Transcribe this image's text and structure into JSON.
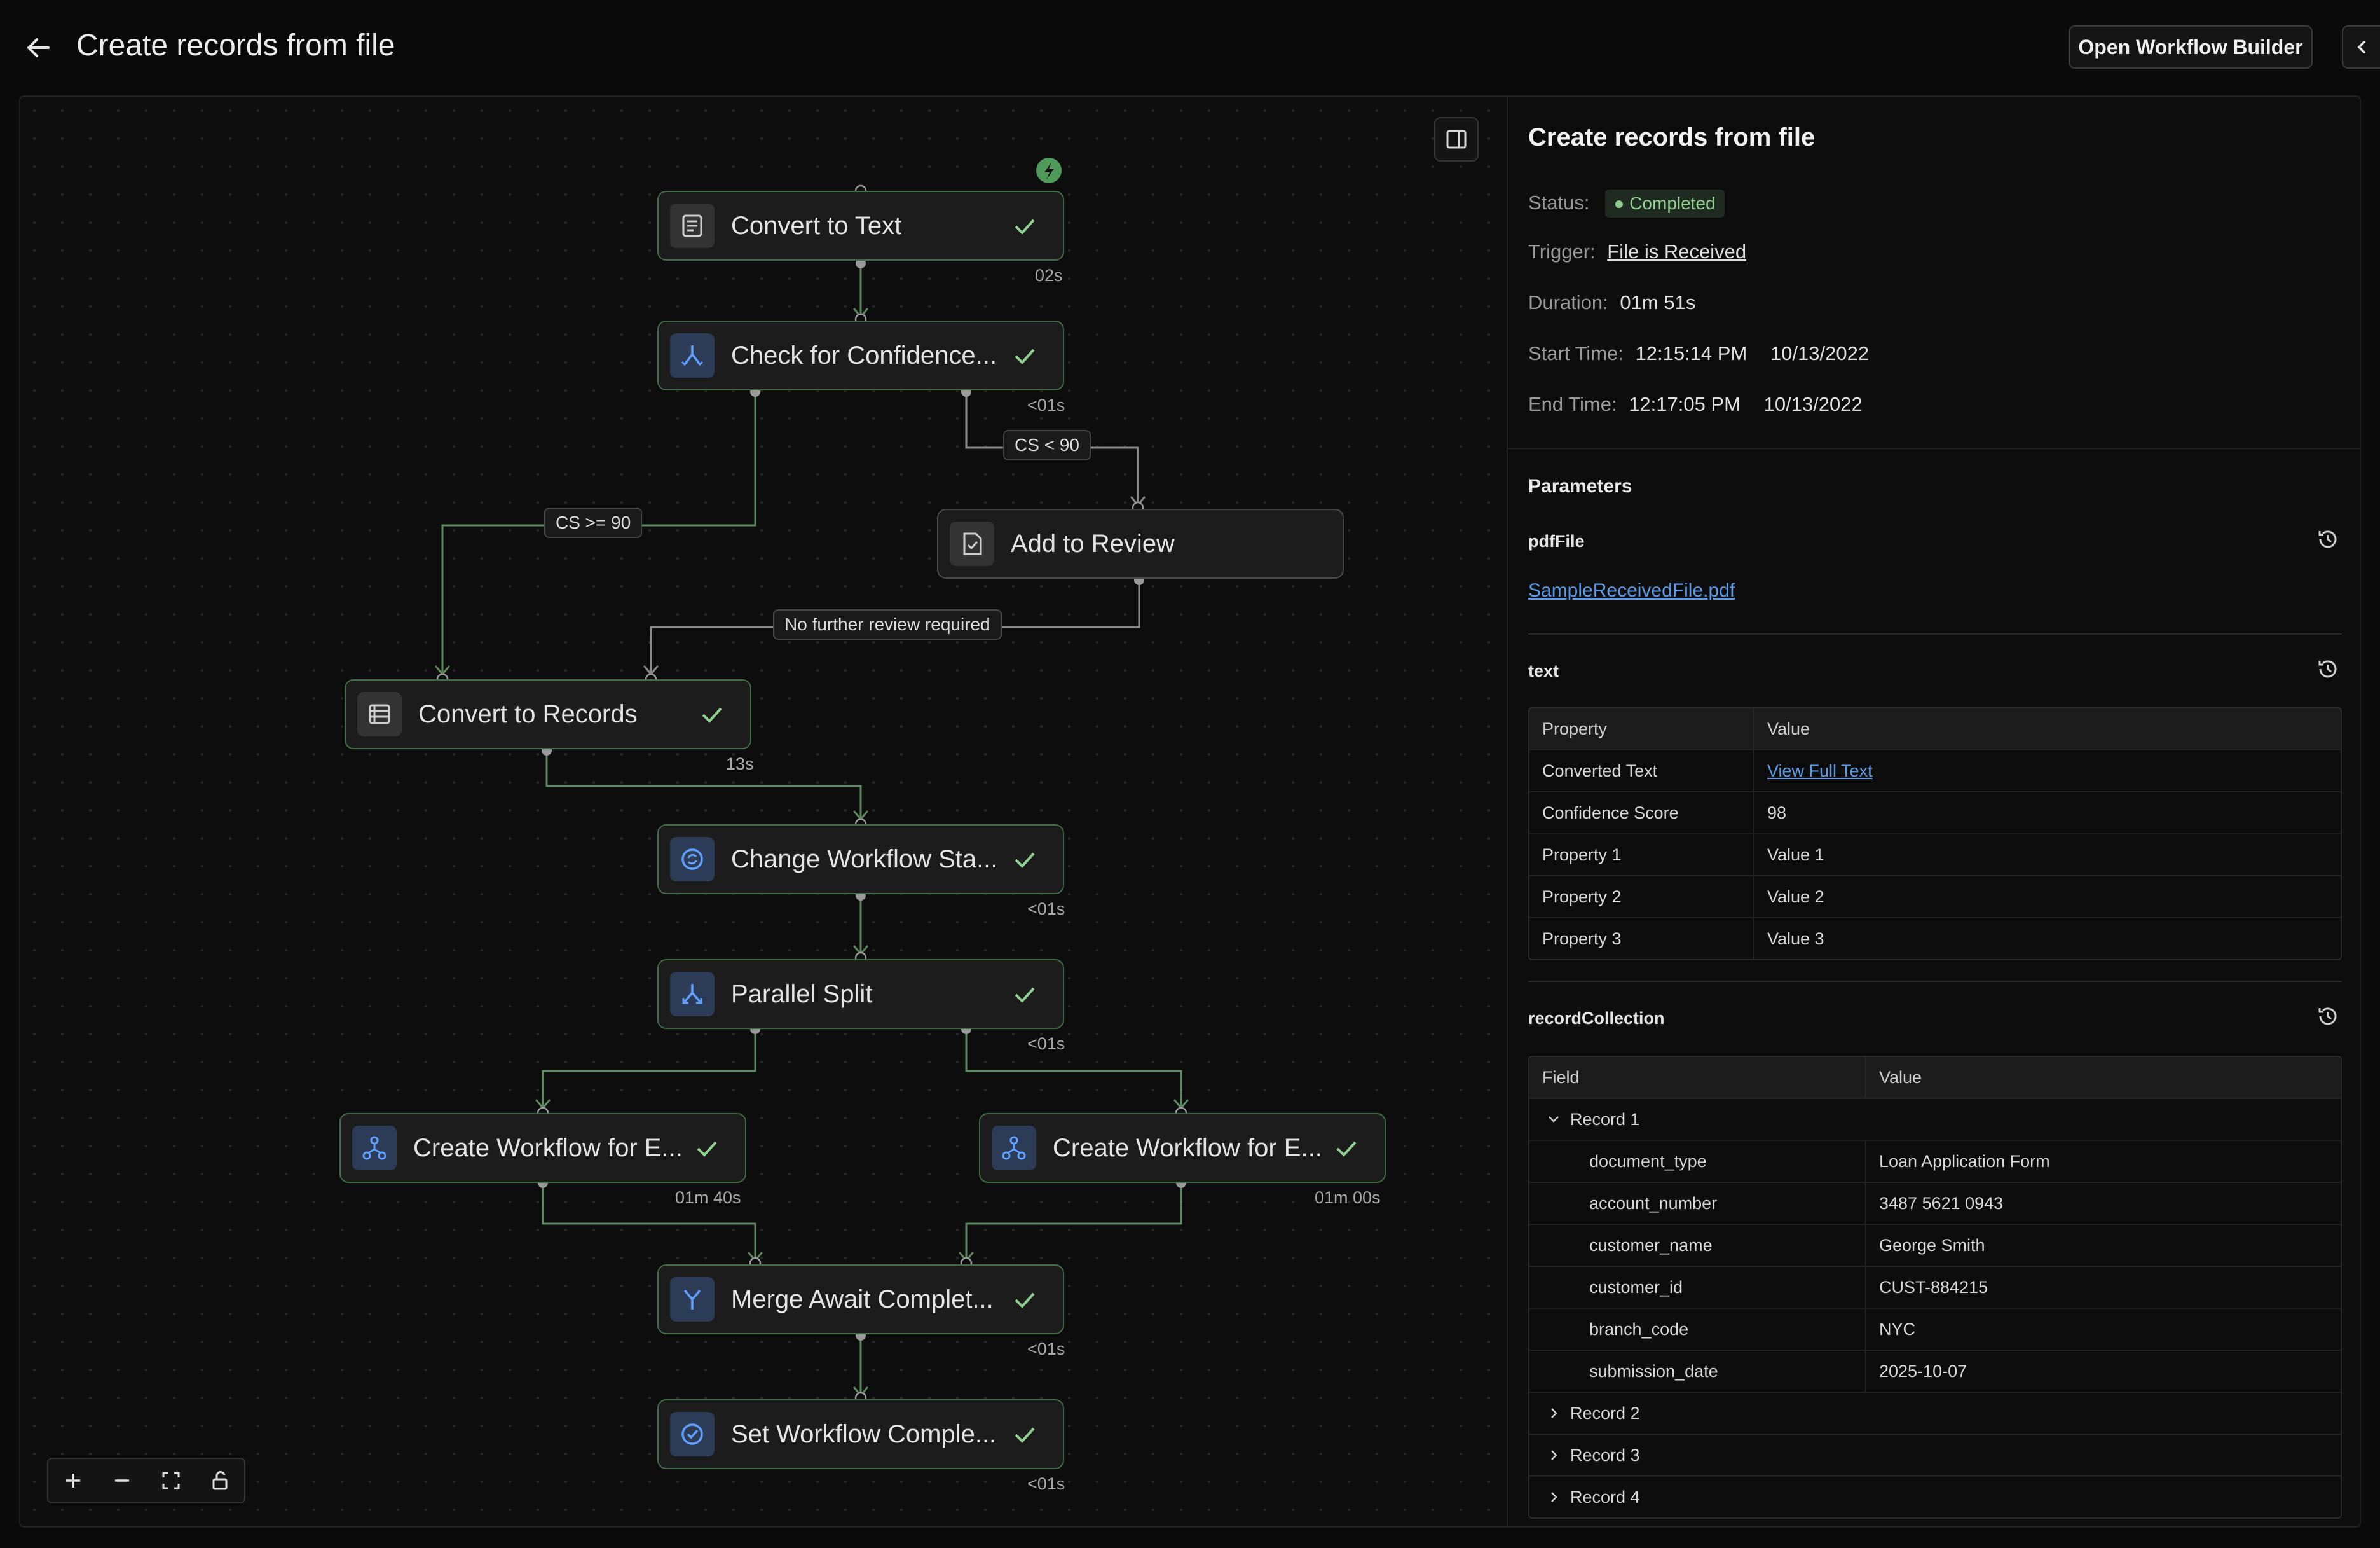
{
  "header": {
    "title": "Create records from file",
    "open_builder_label": "Open Workflow Builder"
  },
  "canvas": {
    "nodes": [
      {
        "label": "Convert to Text",
        "duration": "02s",
        "icon": "document-text-icon"
      },
      {
        "label": "Check for Confidence...",
        "duration": "<01s",
        "icon": "branch-icon"
      },
      {
        "label": "Add to Review",
        "duration": "",
        "icon": "review-doc-icon"
      },
      {
        "label": "Convert to Records",
        "duration": "13s",
        "icon": "records-icon"
      },
      {
        "label": "Change Workflow Sta...",
        "duration": "<01s",
        "icon": "status-cycle-icon"
      },
      {
        "label": "Parallel Split",
        "duration": "<01s",
        "icon": "split-icon"
      },
      {
        "label": "Create Workflow for E...",
        "duration": "01m 40s",
        "icon": "workflow-tree-icon"
      },
      {
        "label": "Create Workflow for E...",
        "duration": "01m 00s",
        "icon": "workflow-tree-icon"
      },
      {
        "label": "Merge Await Complet...",
        "duration": "<01s",
        "icon": "merge-icon"
      },
      {
        "label": "Set Workflow Comple...",
        "duration": "<01s",
        "icon": "check-circle-icon"
      }
    ],
    "edge_labels": {
      "cs_low": "CS < 90",
      "cs_high": "CS >= 90",
      "no_review": "No further review required"
    }
  },
  "details": {
    "title": "Create records from file",
    "status_label": "Status:",
    "status_value": "Completed",
    "trigger_label": "Trigger:",
    "trigger_value": "File is Received",
    "duration_label": "Duration:",
    "duration_value": "01m 51s",
    "start_label": "Start Time:",
    "start_time": "12:15:14 PM",
    "start_date": "10/13/2022",
    "end_label": "End Time:",
    "end_time": "12:17:05 PM",
    "end_date": "10/13/2022",
    "parameters_title": "Parameters",
    "pdf_param": {
      "name": "pdfFile",
      "value": "SampleReceivedFile.pdf"
    },
    "text_param": {
      "name": "text",
      "headers": [
        "Property",
        "Value"
      ],
      "rows": [
        {
          "property": "Converted Text",
          "value": "View Full Text"
        },
        {
          "property": "Confidence Score",
          "value": "98"
        },
        {
          "property": "Property 1",
          "value": "Value 1"
        },
        {
          "property": "Property 2",
          "value": "Value 2"
        },
        {
          "property": "Property 3",
          "value": "Value 3"
        }
      ]
    },
    "record_param": {
      "name": "recordCollection",
      "headers": [
        "Field",
        "Value"
      ],
      "record1_label": "Record 1",
      "fields": [
        {
          "field": "document_type",
          "value": "Loan Application Form"
        },
        {
          "field": "account_number",
          "value": "3487 5621 0943"
        },
        {
          "field": "customer_name",
          "value": "George Smith"
        },
        {
          "field": "customer_id",
          "value": "CUST-884215"
        },
        {
          "field": "branch_code",
          "value": "NYC"
        },
        {
          "field": "submission_date",
          "value": "2025-10-07"
        }
      ],
      "collapsed": [
        "Record 2",
        "Record 3",
        "Record 4"
      ]
    }
  },
  "colors": {
    "edge_green": "#5c8a5e",
    "edge_gray": "#8a8a8a",
    "status_green": "#8fcf8f",
    "link_blue": "#5d9be6"
  }
}
